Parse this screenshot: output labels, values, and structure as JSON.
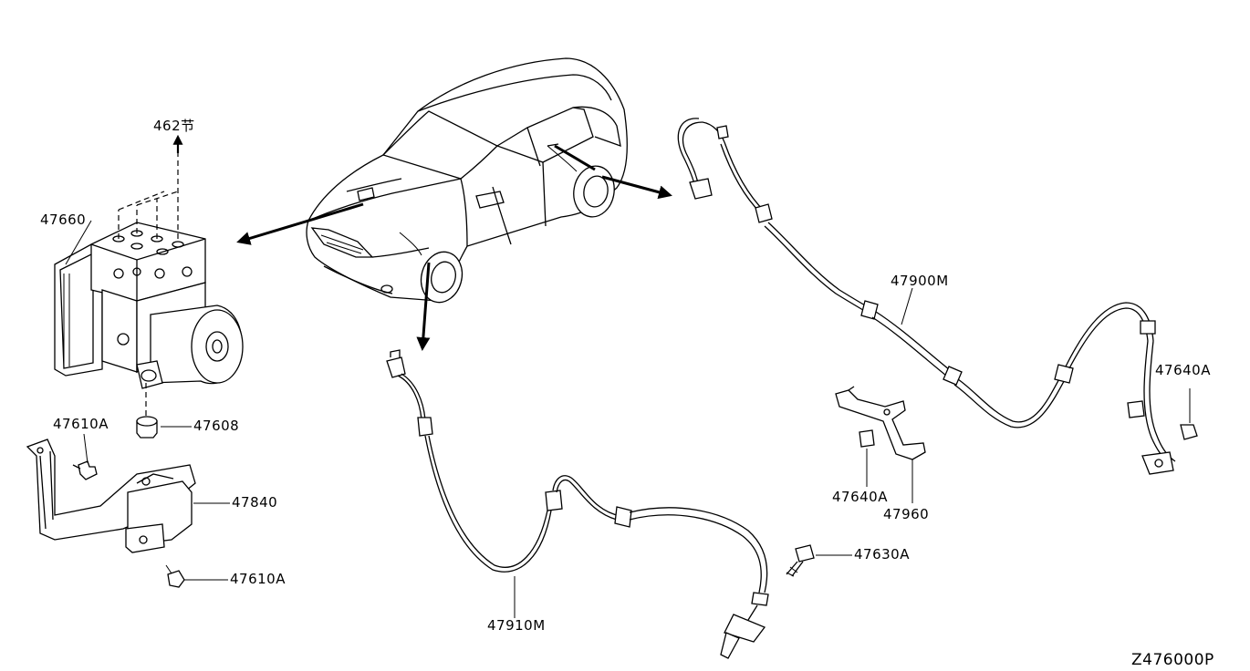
{
  "callouts": {
    "ref_section": "462节",
    "abs_actuator": "47660",
    "bolt_upper": "47610A",
    "grommet": "47608",
    "bracket": "47840",
    "bolt_lower": "47610A",
    "front_sensor": "47910M",
    "rear_sensor": "47900M",
    "rear_bolt_right": "47640A",
    "rear_bolt_bracket": "47640A",
    "rear_bracket": "47960",
    "front_bolt": "47630A"
  },
  "diagram_code": "Z476000P"
}
